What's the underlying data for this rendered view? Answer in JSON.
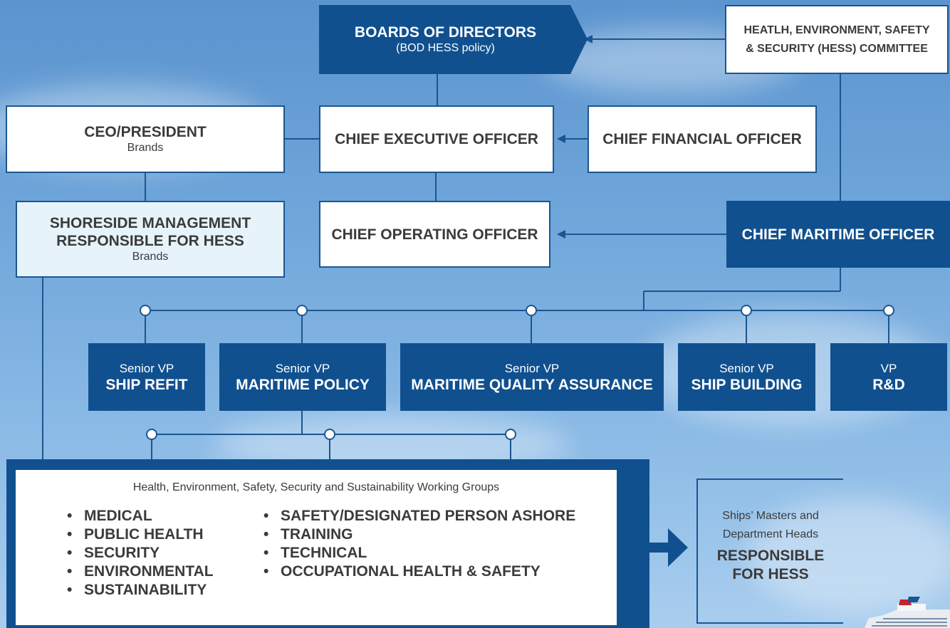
{
  "board": {
    "title": "BOARDS OF DIRECTORS",
    "subtitle": "(BOD HESS policy)"
  },
  "committee": {
    "line1": "HEATLH, ENVIRONMENT, SAFETY",
    "line2": "& SECURITY (HESS) COMMITTEE"
  },
  "ceo_president": {
    "title": "CEO/PRESIDENT",
    "subtitle": "Brands"
  },
  "ceo": {
    "title": "CHIEF EXECUTIVE OFFICER"
  },
  "cfo": {
    "title": "CHIEF FINANCIAL OFFICER"
  },
  "shoreside": {
    "line1": "SHORESIDE MANAGEMENT",
    "line2": "RESPONSIBLE FOR HESS",
    "subtitle": "Brands"
  },
  "coo": {
    "title": "CHIEF OPERATING OFFICER"
  },
  "cmo": {
    "title": "CHIEF MARITIME OFFICER"
  },
  "vps": [
    {
      "rank": "Senior VP",
      "title": "SHIP REFIT"
    },
    {
      "rank": "Senior VP",
      "title": "MARITIME POLICY"
    },
    {
      "rank": "Senior VP",
      "title": "MARITIME QUALITY ASSURANCE"
    },
    {
      "rank": "Senior VP",
      "title": "SHIP BUILDING"
    },
    {
      "rank": "VP",
      "title": "R&D"
    }
  ],
  "working_groups": {
    "title": "Health, Environment, Safety, Security and Sustainability Working Groups",
    "left": [
      "MEDICAL",
      "PUBLIC HEALTH",
      "SECURITY",
      "ENVIRONMENTAL",
      "SUSTAINABILITY"
    ],
    "right": [
      "SAFETY/DESIGNATED PERSON ASHORE",
      "TRAINING",
      "TECHNICAL",
      "OCCUPATIONAL HEALTH & SAFETY"
    ]
  },
  "ships": {
    "line1": "Ships’ Masters and",
    "line2": "Department Heads",
    "line3": "RESPONSIBLE",
    "line4": "FOR HESS"
  },
  "colors": {
    "navy": "#10508f",
    "line": "#1b5690",
    "light_box": "#e6f3fb",
    "text": "#3b3b3b",
    "sky": "#6fa6da"
  }
}
